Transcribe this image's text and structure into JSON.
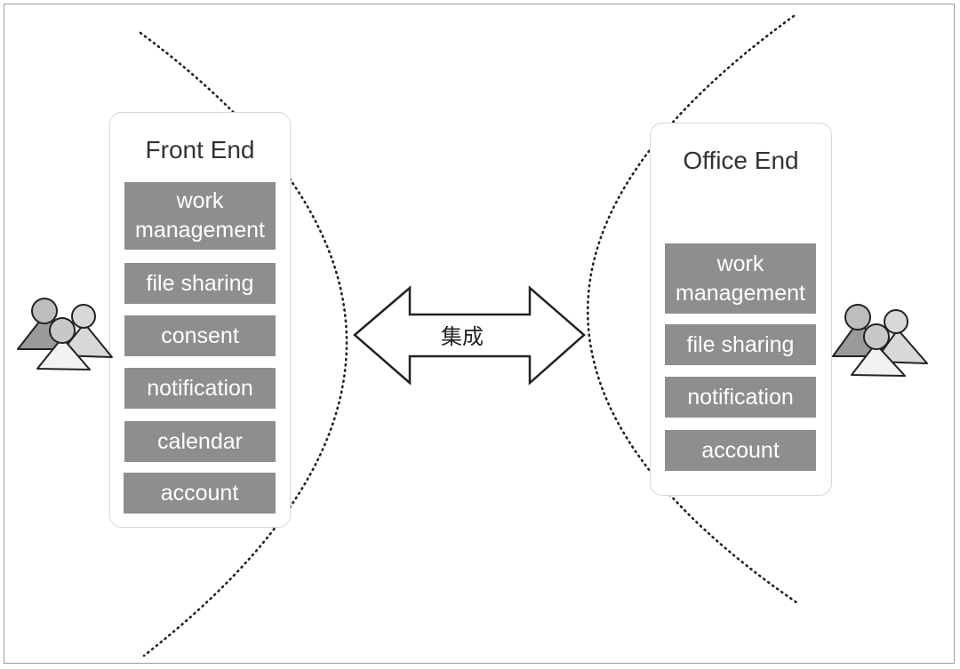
{
  "diagram": {
    "left_panel": {
      "title": "Front End",
      "items": [
        "work management",
        "file sharing",
        "consent",
        "notification",
        "calendar",
        "account"
      ]
    },
    "right_panel": {
      "title": "Office End",
      "items": [
        "work management",
        "file sharing",
        "notification",
        "account"
      ]
    },
    "arrow": {
      "label": "集成",
      "direction": "bidirectional"
    },
    "left_users_icon": "users-group-icon",
    "right_users_icon": "users-group-icon"
  }
}
